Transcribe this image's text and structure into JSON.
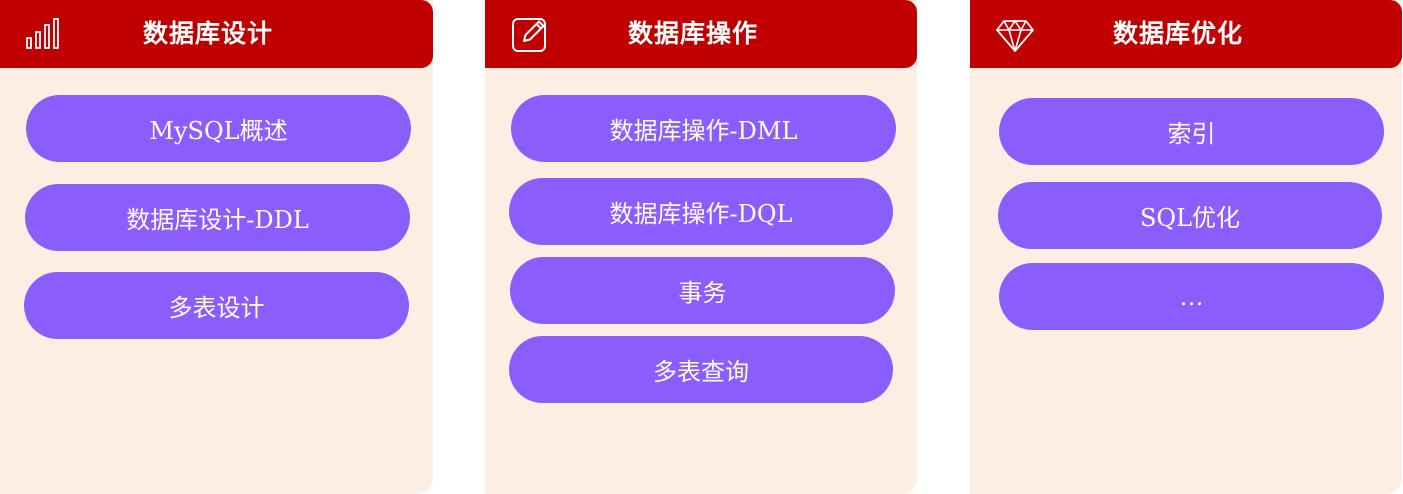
{
  "colors": {
    "header": "#c00000",
    "card_bg": "#fdeee4",
    "pill": "#8c5dfd",
    "text_light": "#ffffff"
  },
  "cards": [
    {
      "title": "数据库设计",
      "icon": "bar-chart-icon",
      "items": [
        "MySQL概述",
        "数据库设计-DDL",
        "多表设计"
      ]
    },
    {
      "title": "数据库操作",
      "icon": "edit-icon",
      "items": [
        "数据库操作-DML",
        "数据库操作-DQL",
        "事务",
        "多表查询"
      ]
    },
    {
      "title": "数据库优化",
      "icon": "diamond-icon",
      "items": [
        "索引",
        "SQL优化",
        "…"
      ]
    }
  ]
}
